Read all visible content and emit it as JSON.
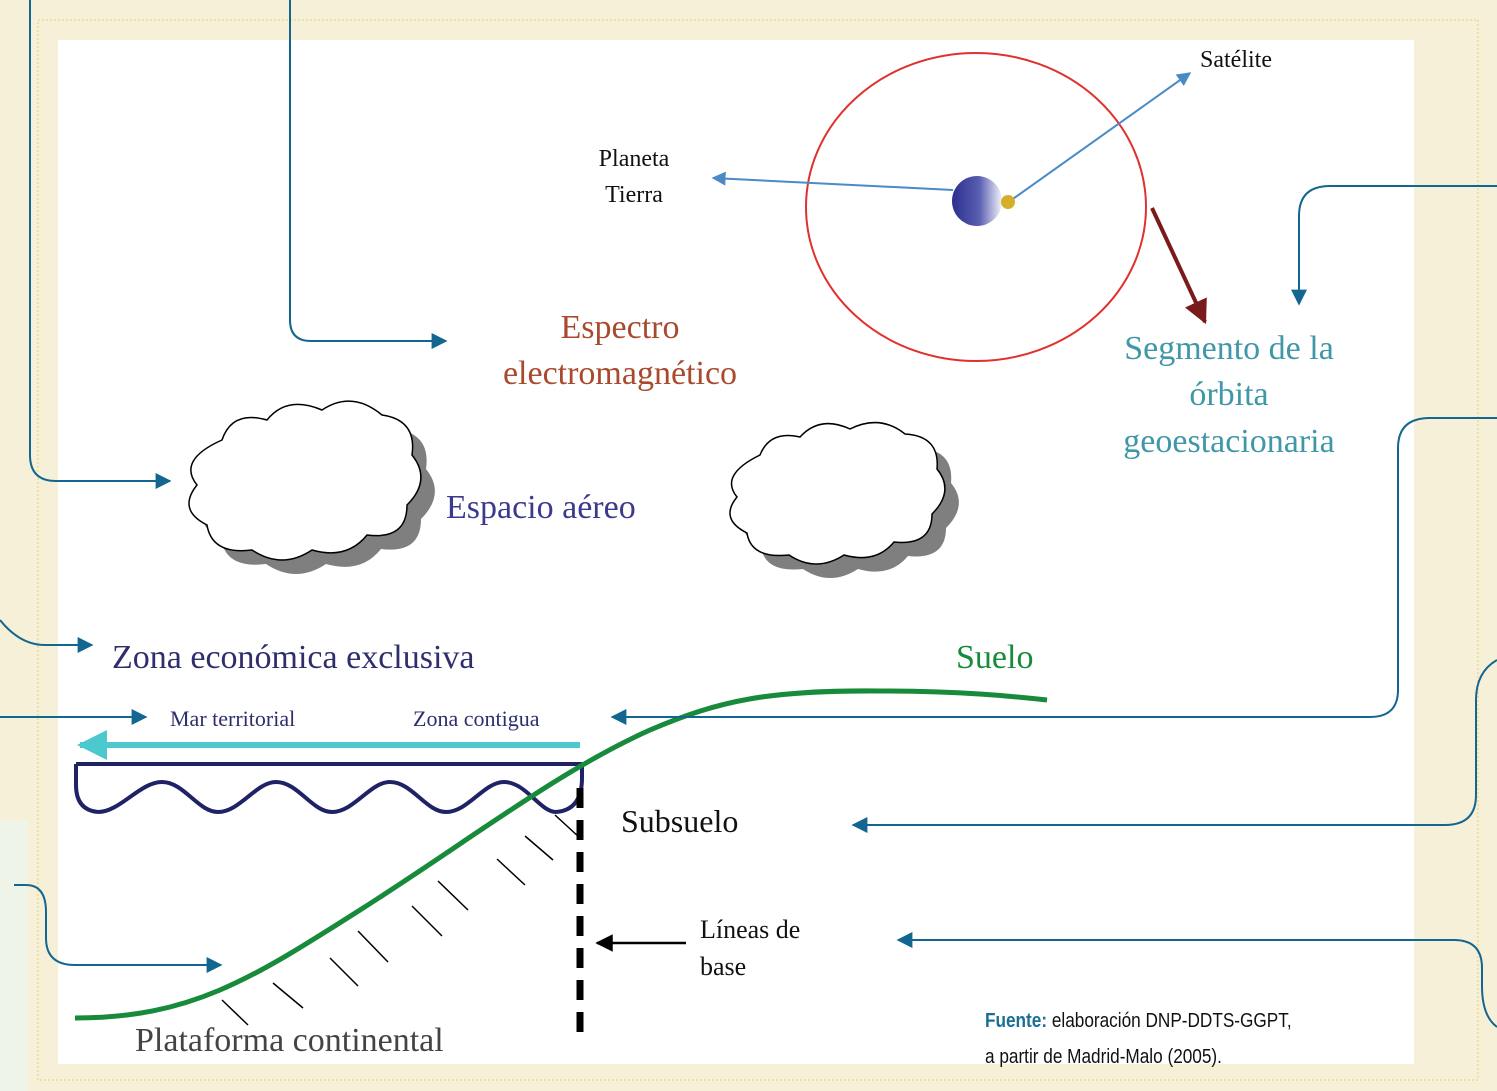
{
  "labels": {
    "satellite": "Satélite",
    "planet_line1": "Planeta",
    "planet_line2": "Tierra",
    "spectrum_line1": "Espectro",
    "spectrum_line2": "electromagnético",
    "orbit_line1": "Segmento de la",
    "orbit_line2": "órbita",
    "orbit_line3": "geoestacionaria",
    "airspace": "Espacio aéreo",
    "eez": "Zona económica exclusiva",
    "soil": "Suelo",
    "territorial_sea": "Mar territorial",
    "contiguous_zone": "Zona contigua",
    "subsoil": "Subsuelo",
    "baselines_line1": "Líneas de",
    "baselines_line2": "base",
    "shelf": "Plataforma continental"
  },
  "source": {
    "label": "Fuente:",
    "text_line1": " elaboración DNP-DDTS-GGPT,",
    "text_line2": "a partir de Madrid-Malo (2005)."
  },
  "colors": {
    "page_background": "#f6f0d9",
    "panel_background": "#ffffff",
    "orbit_circle": "#e0312f",
    "pointer_arrow": "#4a8ac6",
    "orbit_arrow": "#7a1a1a",
    "callout_line": "#13668f",
    "spectrum_text": "#a94a2e",
    "orbit_text": "#3f97a7",
    "airspace_text": "#3b3a8f",
    "eez_text": "#2e2e6e",
    "soil_green": "#178a3c",
    "sea_line": "#4cc9cf",
    "sea_bracket": "#1f2366",
    "satellite_dot": "#d4b02a",
    "earth": "#2b2f8f"
  }
}
